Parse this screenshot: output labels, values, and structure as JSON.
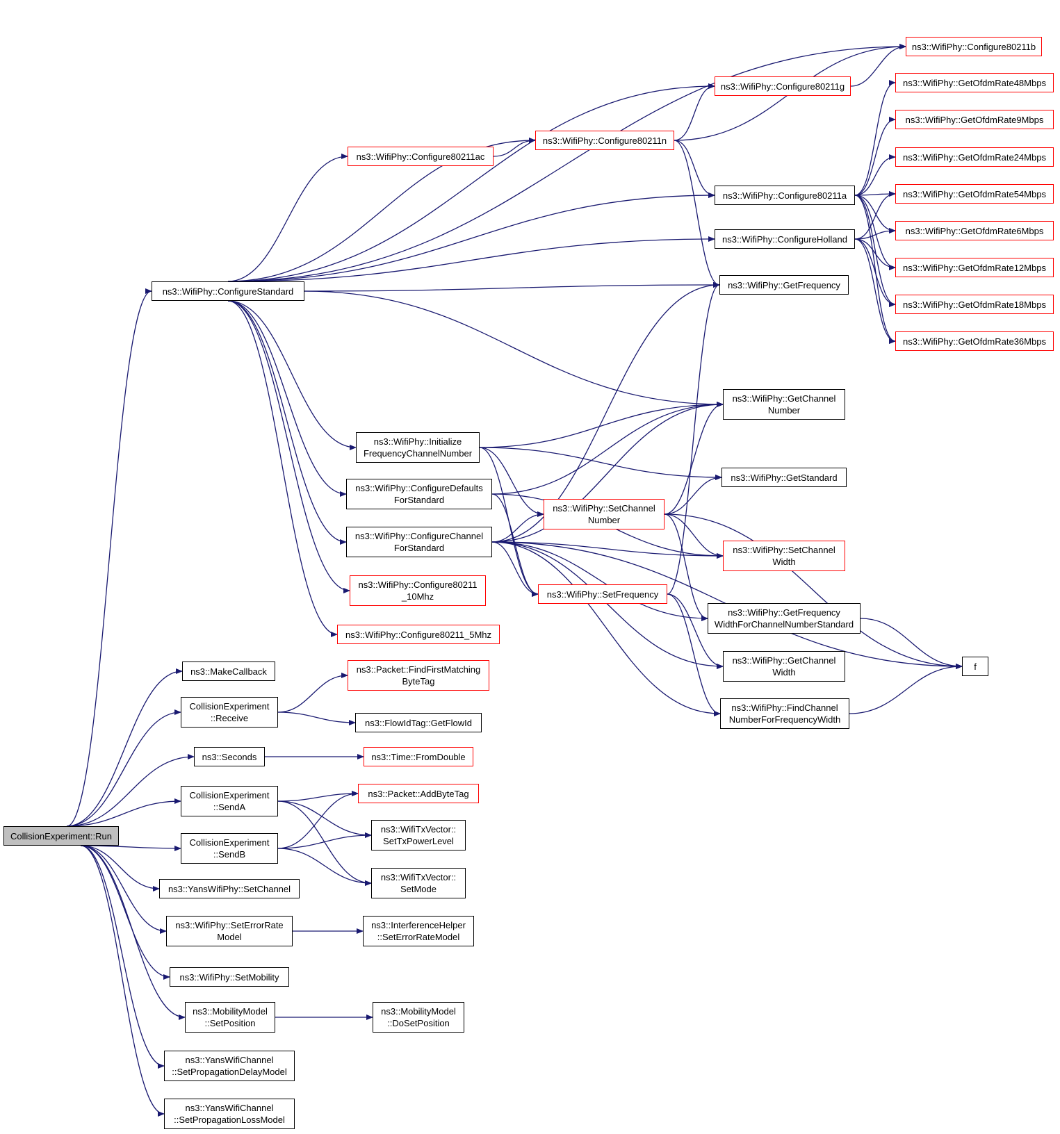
{
  "colors": {
    "edge": "#191970",
    "node_border": "#000000",
    "truncated_border": "#ff0000",
    "root_fill": "#bfbfbf"
  },
  "nodes": [
    {
      "id": "run",
      "lines": [
        "CollisionExperiment::Run"
      ],
      "style": "root"
    },
    {
      "id": "configStd",
      "lines": [
        "ns3::WifiPhy::ConfigureStandard"
      ],
      "style": "black"
    },
    {
      "id": "c80211b",
      "lines": [
        "ns3::WifiPhy::Configure80211b"
      ],
      "style": "red"
    },
    {
      "id": "c80211g",
      "lines": [
        "ns3::WifiPhy::Configure80211g"
      ],
      "style": "red"
    },
    {
      "id": "c80211n",
      "lines": [
        "ns3::WifiPhy::Configure80211n"
      ],
      "style": "red"
    },
    {
      "id": "c80211ac",
      "lines": [
        "ns3::WifiPhy::Configure80211ac"
      ],
      "style": "red"
    },
    {
      "id": "c80211a",
      "lines": [
        "ns3::WifiPhy::Configure80211a"
      ],
      "style": "black"
    },
    {
      "id": "cHolland",
      "lines": [
        "ns3::WifiPhy::ConfigureHolland"
      ],
      "style": "black"
    },
    {
      "id": "getFreq",
      "lines": [
        "ns3::WifiPhy::GetFrequency"
      ],
      "style": "black"
    },
    {
      "id": "r48",
      "lines": [
        "ns3::WifiPhy::GetOfdmRate48Mbps"
      ],
      "style": "red"
    },
    {
      "id": "r9",
      "lines": [
        "ns3::WifiPhy::GetOfdmRate9Mbps"
      ],
      "style": "red"
    },
    {
      "id": "r24",
      "lines": [
        "ns3::WifiPhy::GetOfdmRate24Mbps"
      ],
      "style": "red"
    },
    {
      "id": "r54",
      "lines": [
        "ns3::WifiPhy::GetOfdmRate54Mbps"
      ],
      "style": "red"
    },
    {
      "id": "r6",
      "lines": [
        "ns3::WifiPhy::GetOfdmRate6Mbps"
      ],
      "style": "red"
    },
    {
      "id": "r12",
      "lines": [
        "ns3::WifiPhy::GetOfdmRate12Mbps"
      ],
      "style": "red"
    },
    {
      "id": "r18",
      "lines": [
        "ns3::WifiPhy::GetOfdmRate18Mbps"
      ],
      "style": "red"
    },
    {
      "id": "r36",
      "lines": [
        "ns3::WifiPhy::GetOfdmRate36Mbps"
      ],
      "style": "red"
    },
    {
      "id": "getChanNum",
      "lines": [
        "ns3::WifiPhy::GetChannel",
        "Number"
      ],
      "style": "black"
    },
    {
      "id": "initFreq",
      "lines": [
        "ns3::WifiPhy::Initialize",
        "FrequencyChannelNumber"
      ],
      "style": "black"
    },
    {
      "id": "getStd",
      "lines": [
        "ns3::WifiPhy::GetStandard"
      ],
      "style": "black"
    },
    {
      "id": "cfgDefaults",
      "lines": [
        "ns3::WifiPhy::ConfigureDefaults",
        "ForStandard"
      ],
      "style": "black"
    },
    {
      "id": "setChanNum",
      "lines": [
        "ns3::WifiPhy::SetChannel",
        "Number"
      ],
      "style": "red"
    },
    {
      "id": "cfgChannel",
      "lines": [
        "ns3::WifiPhy::ConfigureChannel",
        "ForStandard"
      ],
      "style": "black"
    },
    {
      "id": "setChanWidth",
      "lines": [
        "ns3::WifiPhy::SetChannel",
        "Width"
      ],
      "style": "red"
    },
    {
      "id": "c10mhz",
      "lines": [
        "ns3::WifiPhy::Configure80211",
        "_10Mhz"
      ],
      "style": "red"
    },
    {
      "id": "setFreq",
      "lines": [
        "ns3::WifiPhy::SetFrequency"
      ],
      "style": "red"
    },
    {
      "id": "getFreqWidth",
      "lines": [
        "ns3::WifiPhy::GetFrequency",
        "WidthForChannelNumberStandard"
      ],
      "style": "black"
    },
    {
      "id": "c5mhz",
      "lines": [
        "ns3::WifiPhy::Configure80211_5Mhz"
      ],
      "style": "red"
    },
    {
      "id": "getChanWidth",
      "lines": [
        "ns3::WifiPhy::GetChannel",
        "Width"
      ],
      "style": "black"
    },
    {
      "id": "f",
      "lines": [
        "f"
      ],
      "style": "black"
    },
    {
      "id": "findChan",
      "lines": [
        "ns3::WifiPhy::FindChannel",
        "NumberForFrequencyWidth"
      ],
      "style": "black"
    },
    {
      "id": "makeCb",
      "lines": [
        "ns3::MakeCallback"
      ],
      "style": "black"
    },
    {
      "id": "findTag",
      "lines": [
        "ns3::Packet::FindFirstMatching",
        "ByteTag"
      ],
      "style": "red"
    },
    {
      "id": "receive",
      "lines": [
        "CollisionExperiment",
        "::Receive"
      ],
      "style": "black"
    },
    {
      "id": "getFlowId",
      "lines": [
        "ns3::FlowIdTag::GetFlowId"
      ],
      "style": "black"
    },
    {
      "id": "seconds",
      "lines": [
        "ns3::Seconds"
      ],
      "style": "black"
    },
    {
      "id": "fromDouble",
      "lines": [
        "ns3::Time::FromDouble"
      ],
      "style": "red"
    },
    {
      "id": "sendA",
      "lines": [
        "CollisionExperiment",
        "::SendA"
      ],
      "style": "black"
    },
    {
      "id": "addByteTag",
      "lines": [
        "ns3::Packet::AddByteTag"
      ],
      "style": "red"
    },
    {
      "id": "setTxPower",
      "lines": [
        "ns3::WifiTxVector::",
        "SetTxPowerLevel"
      ],
      "style": "black"
    },
    {
      "id": "sendB",
      "lines": [
        "CollisionExperiment",
        "::SendB"
      ],
      "style": "black"
    },
    {
      "id": "setMode",
      "lines": [
        "ns3::WifiTxVector::",
        "SetMode"
      ],
      "style": "black"
    },
    {
      "id": "setChannel",
      "lines": [
        "ns3::YansWifiPhy::SetChannel"
      ],
      "style": "black"
    },
    {
      "id": "setErrRate",
      "lines": [
        "ns3::WifiPhy::SetErrorRate",
        "Model"
      ],
      "style": "black"
    },
    {
      "id": "ihSetErr",
      "lines": [
        "ns3::InterferenceHelper",
        "::SetErrorRateModel"
      ],
      "style": "black"
    },
    {
      "id": "setMobility",
      "lines": [
        "ns3::WifiPhy::SetMobility"
      ],
      "style": "black"
    },
    {
      "id": "setPosition",
      "lines": [
        "ns3::MobilityModel",
        "::SetPosition"
      ],
      "style": "black"
    },
    {
      "id": "doSetPos",
      "lines": [
        "ns3::MobilityModel",
        "::DoSetPosition"
      ],
      "style": "black"
    },
    {
      "id": "propDelay",
      "lines": [
        "ns3::YansWifiChannel",
        "::SetPropagationDelayModel"
      ],
      "style": "black"
    },
    {
      "id": "propLoss",
      "lines": [
        "ns3::YansWifiChannel",
        "::SetPropagationLossModel"
      ],
      "style": "black"
    }
  ],
  "edges": [
    [
      "run",
      "configStd"
    ],
    [
      "run",
      "makeCb"
    ],
    [
      "run",
      "receive"
    ],
    [
      "run",
      "seconds"
    ],
    [
      "run",
      "sendA"
    ],
    [
      "run",
      "sendB"
    ],
    [
      "run",
      "setChannel"
    ],
    [
      "run",
      "setErrRate"
    ],
    [
      "run",
      "setMobility"
    ],
    [
      "run",
      "setPosition"
    ],
    [
      "run",
      "propDelay"
    ],
    [
      "run",
      "propLoss"
    ],
    [
      "configStd",
      "c80211b"
    ],
    [
      "configStd",
      "c80211g"
    ],
    [
      "configStd",
      "c80211n"
    ],
    [
      "configStd",
      "c80211ac"
    ],
    [
      "configStd",
      "c80211a"
    ],
    [
      "configStd",
      "cHolland"
    ],
    [
      "configStd",
      "getFreq"
    ],
    [
      "configStd",
      "getChanNum"
    ],
    [
      "configStd",
      "initFreq"
    ],
    [
      "configStd",
      "cfgDefaults"
    ],
    [
      "configStd",
      "cfgChannel"
    ],
    [
      "configStd",
      "c10mhz"
    ],
    [
      "configStd",
      "c5mhz"
    ],
    [
      "c80211g",
      "c80211b"
    ],
    [
      "c80211n",
      "c80211b"
    ],
    [
      "c80211n",
      "c80211g"
    ],
    [
      "c80211n",
      "c80211a"
    ],
    [
      "c80211n",
      "getFreq"
    ],
    [
      "c80211ac",
      "c80211n"
    ],
    [
      "c80211a",
      "r48"
    ],
    [
      "c80211a",
      "r9"
    ],
    [
      "c80211a",
      "r24"
    ],
    [
      "c80211a",
      "r54"
    ],
    [
      "c80211a",
      "r6"
    ],
    [
      "c80211a",
      "r12"
    ],
    [
      "c80211a",
      "r18"
    ],
    [
      "c80211a",
      "r36"
    ],
    [
      "cHolland",
      "r54"
    ],
    [
      "cHolland",
      "r6"
    ],
    [
      "cHolland",
      "r12"
    ],
    [
      "cHolland",
      "r18"
    ],
    [
      "cHolland",
      "r36"
    ],
    [
      "initFreq",
      "getChanNum"
    ],
    [
      "initFreq",
      "getStd"
    ],
    [
      "initFreq",
      "setChanNum"
    ],
    [
      "initFreq",
      "setFreq"
    ],
    [
      "cfgDefaults",
      "getChanNum"
    ],
    [
      "cfgDefaults",
      "setChanWidth"
    ],
    [
      "cfgDefaults",
      "setFreq"
    ],
    [
      "cfgChannel",
      "getFreq"
    ],
    [
      "cfgChannel",
      "getChanNum"
    ],
    [
      "cfgChannel",
      "setChanNum"
    ],
    [
      "cfgChannel",
      "setFreq"
    ],
    [
      "cfgChannel",
      "setChanWidth"
    ],
    [
      "cfgChannel",
      "getFreqWidth"
    ],
    [
      "cfgChannel",
      "getChanWidth"
    ],
    [
      "cfgChannel",
      "findChan"
    ],
    [
      "cfgChannel",
      "f"
    ],
    [
      "setChanNum",
      "getChanNum"
    ],
    [
      "setChanNum",
      "getStd"
    ],
    [
      "setChanNum",
      "setChanWidth"
    ],
    [
      "setChanNum",
      "getFreqWidth"
    ],
    [
      "setChanNum",
      "f"
    ],
    [
      "setFreq",
      "getFreq"
    ],
    [
      "setFreq",
      "getChanWidth"
    ],
    [
      "setFreq",
      "findChan"
    ],
    [
      "getFreqWidth",
      "f"
    ],
    [
      "findChan",
      "f"
    ],
    [
      "receive",
      "findTag"
    ],
    [
      "receive",
      "getFlowId"
    ],
    [
      "seconds",
      "fromDouble"
    ],
    [
      "sendA",
      "addByteTag"
    ],
    [
      "sendA",
      "setTxPower"
    ],
    [
      "sendA",
      "setMode"
    ],
    [
      "sendB",
      "addByteTag"
    ],
    [
      "sendB",
      "setTxPower"
    ],
    [
      "sendB",
      "setMode"
    ],
    [
      "setErrRate",
      "ihSetErr"
    ],
    [
      "setPosition",
      "doSetPos"
    ]
  ]
}
